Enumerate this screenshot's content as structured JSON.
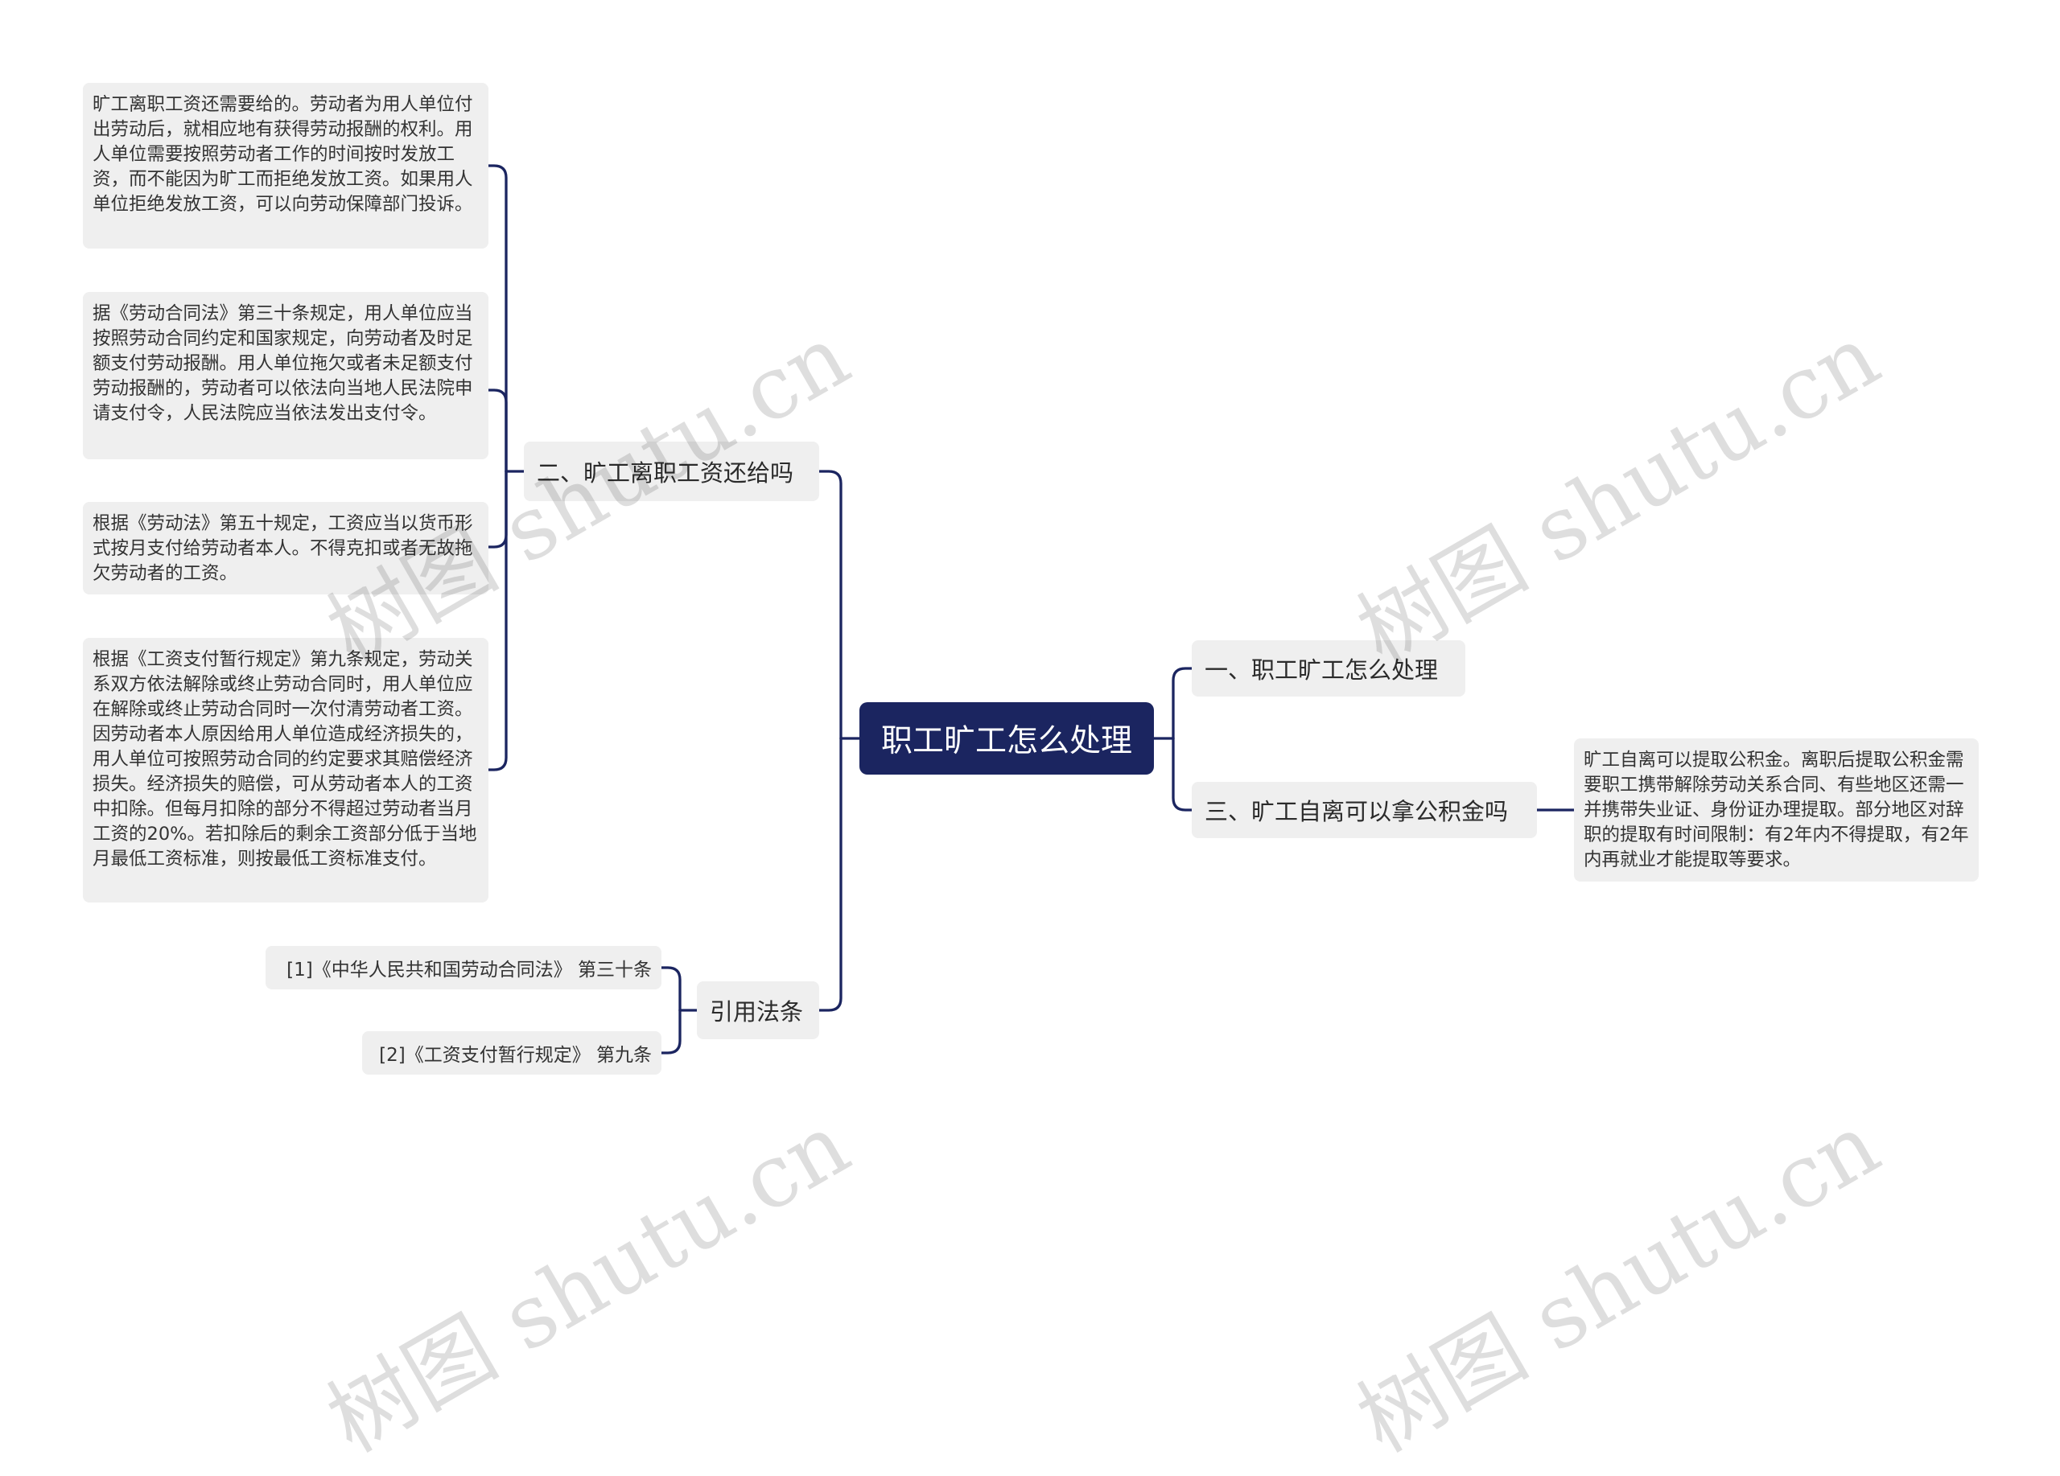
{
  "root": {
    "label": "职工旷工怎么处理"
  },
  "branches": {
    "b1": {
      "label": "一、职工旷工怎么处理"
    },
    "b2": {
      "label": "二、旷工离职工资还给吗",
      "leaves": [
        "旷工离职工资还需要给的。劳动者为用人单位付出劳动后，就相应地有获得劳动报酬的权利。用人单位需要按照劳动者工作的时间按时发放工资，而不能因为旷工而拒绝发放工资。如果用人单位拒绝发放工资，可以向劳动保障部门投诉。",
        "据《劳动合同法》第三十条规定，用人单位应当按照劳动合同约定和国家规定，向劳动者及时足额支付劳动报酬。用人单位拖欠或者未足额支付劳动报酬的，劳动者可以依法向当地人民法院申请支付令，人民法院应当依法发出支付令。",
        "根据《劳动法》第五十规定，工资应当以货币形式按月支付给劳动者本人。不得克扣或者无故拖欠劳动者的工资。",
        "根据《工资支付暂行规定》第九条规定，劳动关系双方依法解除或终止劳动合同时，用人单位应在解除或终止劳动合同时一次付清劳动者工资。因劳动者本人原因给用人单位造成经济损失的，用人单位可按照劳动合同的约定要求其赔偿经济损失。经济损失的赔偿，可从劳动者本人的工资中扣除。但每月扣除的部分不得超过劳动者当月工资的20%。若扣除后的剩余工资部分低于当地月最低工资标准，则按最低工资标准支付。"
      ]
    },
    "b3": {
      "label": "三、旷工自离可以拿公积金吗",
      "leaves": [
        "旷工自离可以提取公积金。离职后提取公积金需要职工携带解除劳动关系合同、有些地区还需一并携带失业证、身份证办理提取。部分地区对辞职的提取有时间限制：有2年内不得提取，有2年内再就业才能提取等要求。"
      ]
    },
    "b4": {
      "label": "引用法条",
      "refs": [
        "[1]《中华人民共和国劳动合同法》 第三十条",
        "[2]《工资支付暂行规定》 第九条"
      ]
    }
  },
  "watermark": "树图 shutu.cn",
  "colors": {
    "root_bg": "#1b2560",
    "connector": "#1b2560",
    "node_bg": "#efefef"
  }
}
